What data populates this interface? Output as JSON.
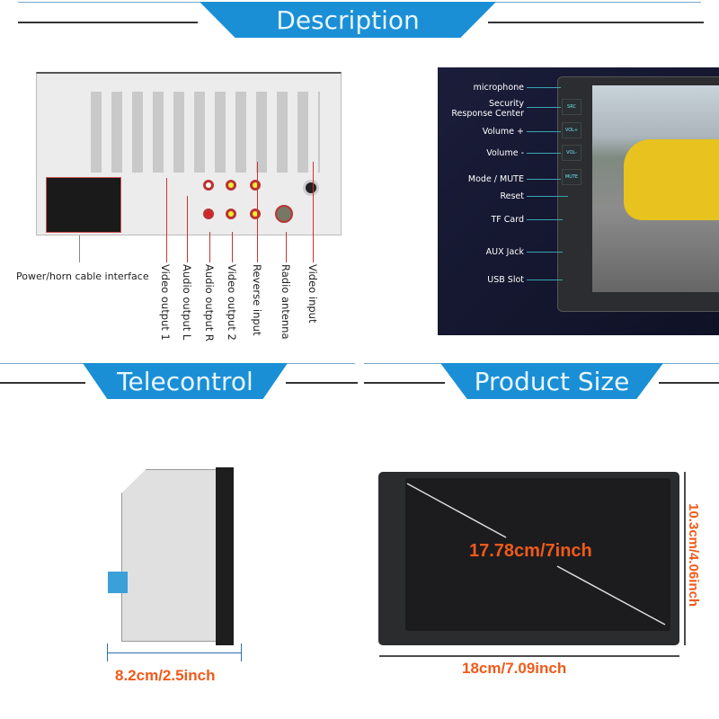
{
  "sections": {
    "description": "Description",
    "telecontrol": "Telecontrol",
    "product_size": "Product Size"
  },
  "rear_panel": {
    "labels": [
      "Power/horn cable interface",
      "Video output 1",
      "Audio output L",
      "Audio output R",
      "Video output 2",
      "Reverse input",
      "Radio antenna",
      "Video input"
    ]
  },
  "front_panel": {
    "labels": [
      "microphone",
      "Security\nResponse Center",
      "Volume +",
      "Volume -",
      "Mode / MUTE",
      "Reset",
      "TF Card",
      "AUX Jack",
      "USB Slot"
    ],
    "buttons": [
      "SRC",
      "VOL+",
      "VOL-",
      "MUTE"
    ]
  },
  "dimensions": {
    "depth": "8.2cm/2.5inch",
    "diagonal": "17.78cm/7inch",
    "height": "10.3cm/4.06inch",
    "width": "18cm/7.09inch"
  },
  "colors": {
    "accent": "#1a8fd6",
    "dimension": "#f05a1a"
  }
}
